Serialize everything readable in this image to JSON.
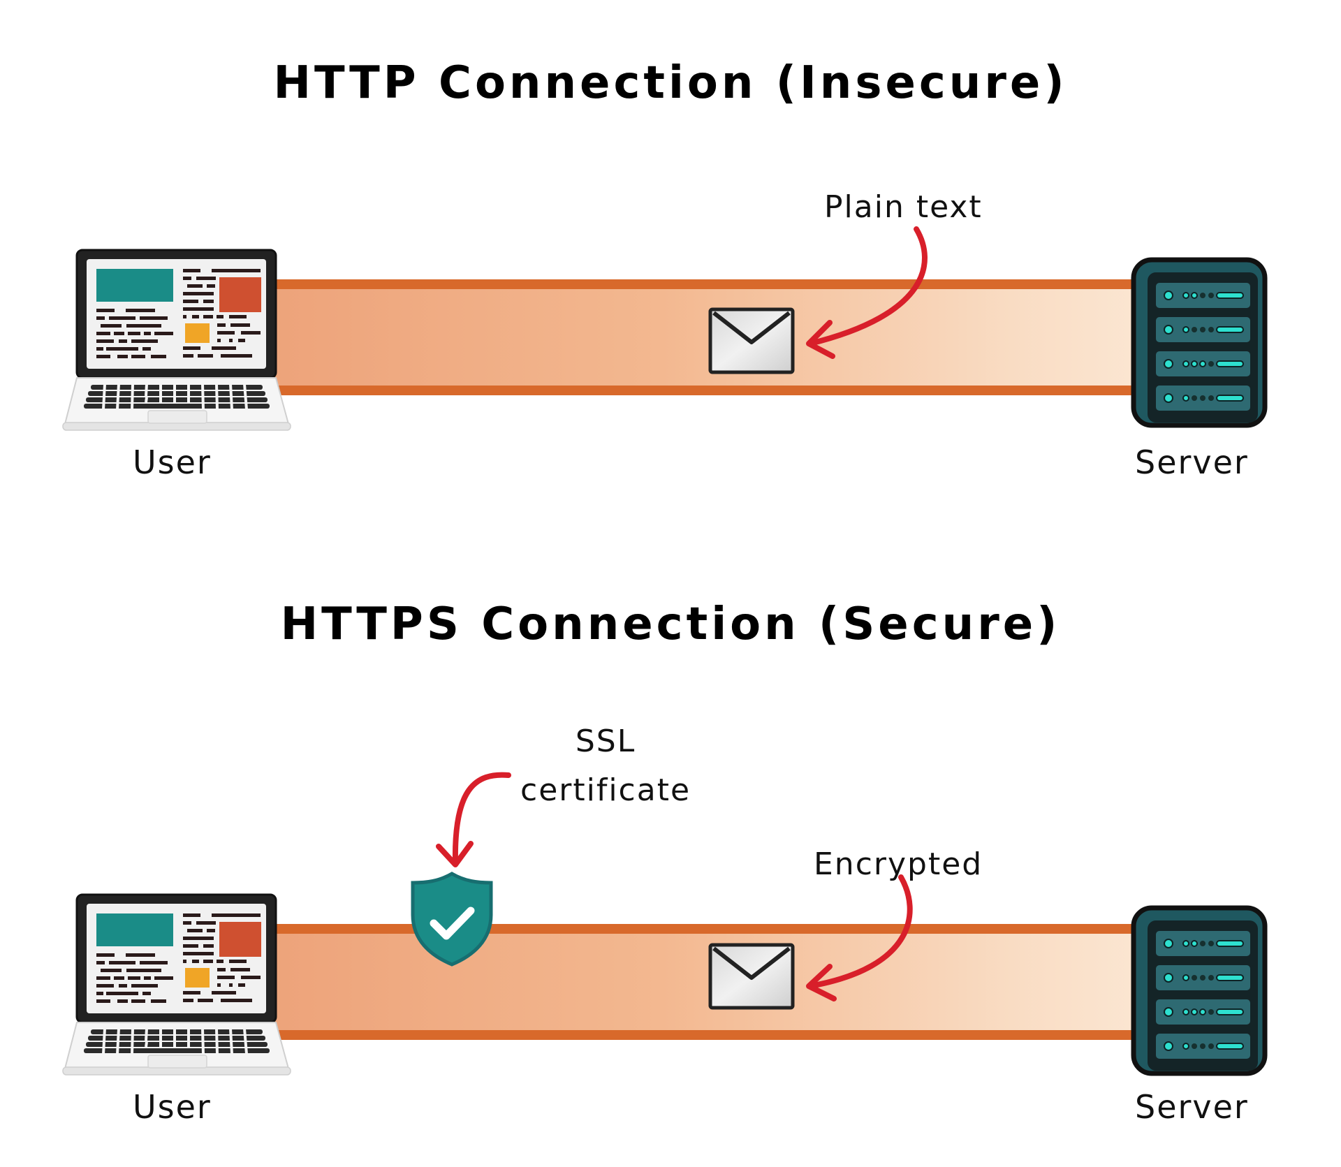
{
  "sections": [
    {
      "title": "HTTP Connection (Insecure)",
      "client_label": "User",
      "server_label": "Server",
      "annotations": [
        {
          "text": "Plain text",
          "target": "envelope"
        }
      ],
      "icons": [
        "laptop-icon",
        "envelope-icon",
        "server-icon"
      ]
    },
    {
      "title": "HTTPS Connection (Secure)",
      "client_label": "User",
      "server_label": "Server",
      "annotations": [
        {
          "text_line1": "SSL",
          "text_line2": "certificate",
          "target": "shield"
        },
        {
          "text": "Encrypted",
          "target": "envelope"
        }
      ],
      "icons": [
        "laptop-icon",
        "shield-check-icon",
        "envelope-icon",
        "server-icon"
      ]
    }
  ],
  "colors": {
    "pipe_border": "#d8692b",
    "pipe_fill": "#f3b890",
    "arrow": "#d81f2a",
    "teal": "#1a8c87",
    "server_body": "#1f5860",
    "server_led": "#2ee0cf"
  }
}
